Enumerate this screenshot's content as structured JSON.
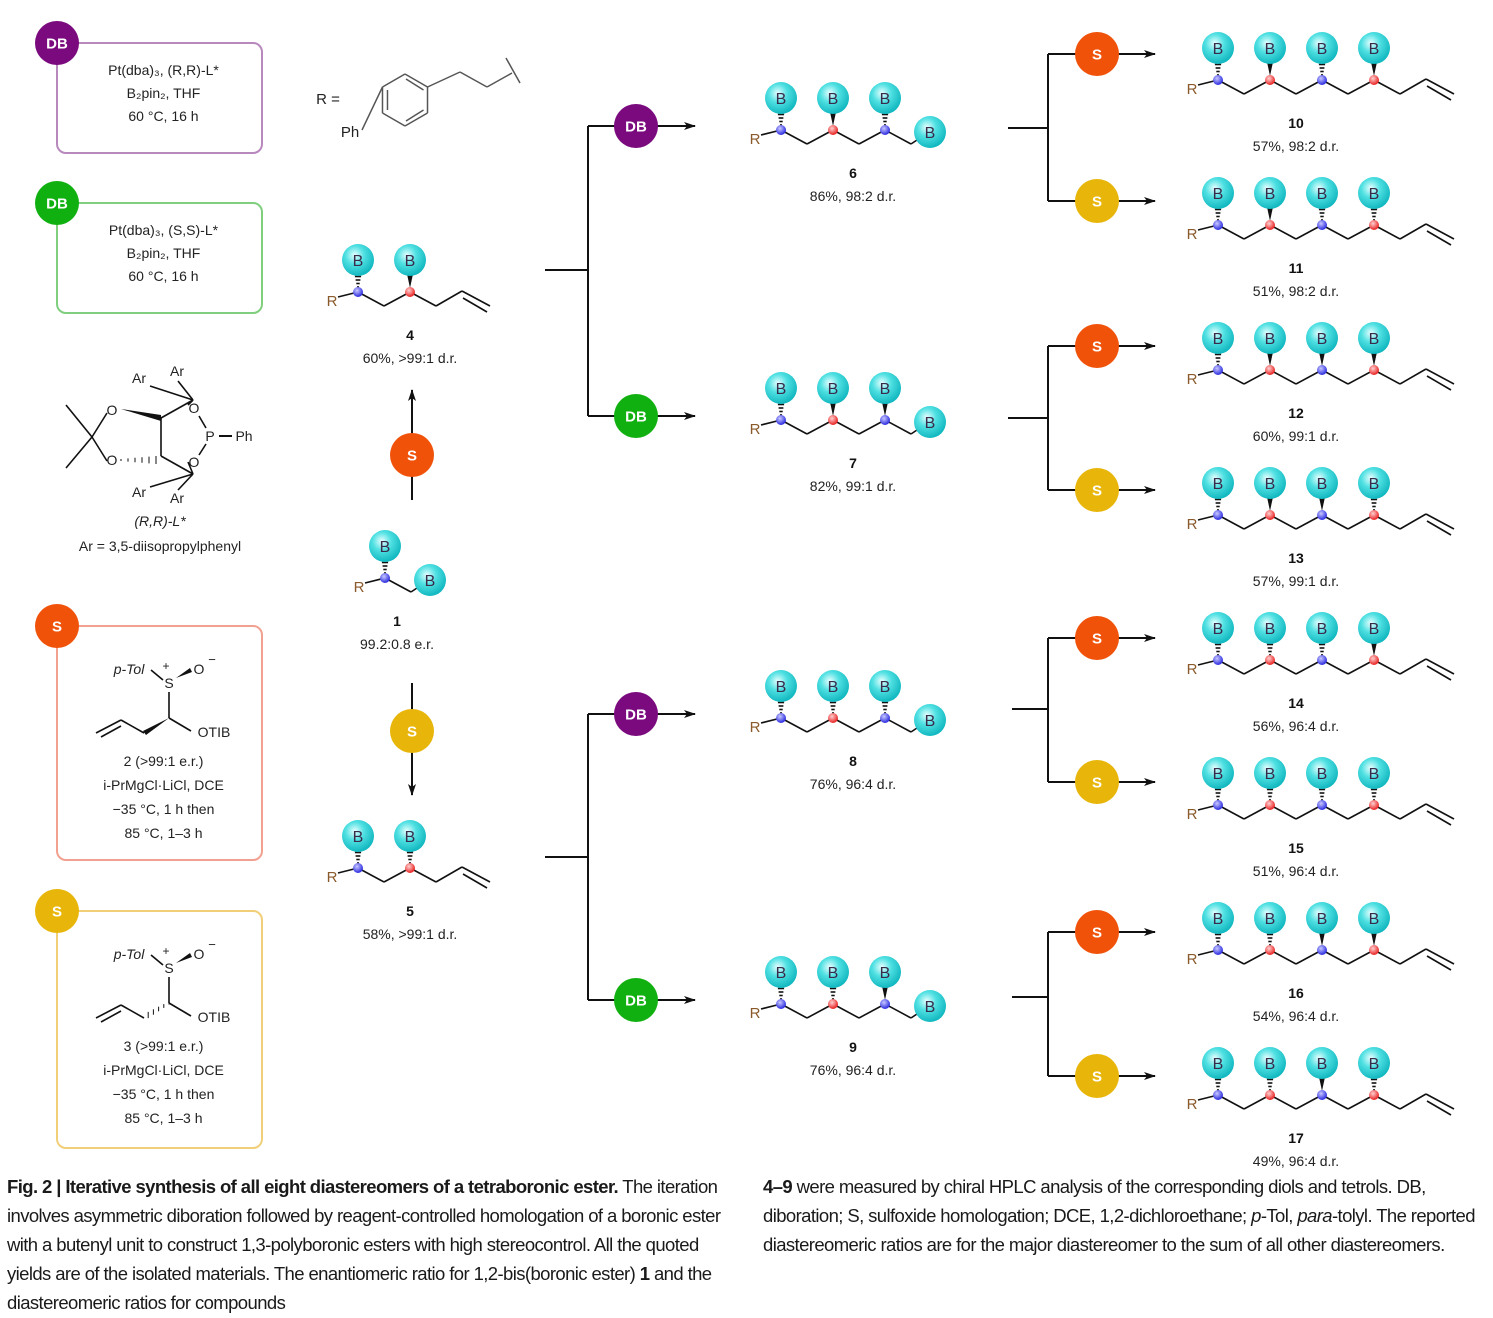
{
  "colors": {
    "db_purple": "#7a0a7e",
    "db_green": "#11b011",
    "s_orange": "#f0520a",
    "s_yellow": "#e8b60a",
    "box_purple": "#b889bd",
    "box_green": "#7fcf7f",
    "box_orange": "#f2a090",
    "box_yellow": "#f0cf78",
    "boron_sphere": "#2fd0d4",
    "atom_blue": "#2a2ae0",
    "atom_red": "#e82020"
  },
  "reagent_boxes": [
    {
      "id": "db-rr",
      "badge": "DB",
      "badge_color": "db_purple",
      "border_color": "box_purple",
      "lines": [
        "Pt(dba)₃, (R,R)-L*",
        "B₂pin₂, THF",
        "60 °C, 16 h"
      ]
    },
    {
      "id": "db-ss",
      "badge": "DB",
      "badge_color": "db_green",
      "border_color": "box_green",
      "lines": [
        "Pt(dba)₃, (S,S)-L*",
        "B₂pin₂, THF",
        "60 °C, 16 h"
      ]
    },
    {
      "id": "s-2",
      "badge": "S",
      "badge_color": "s_orange",
      "border_color": "box_orange",
      "reagent_labels": {
        "ptol": "p-Tol",
        "plus": "+",
        "sulfur": "S",
        "oxygen": "O",
        "minus": "−",
        "otib": "OTIB"
      },
      "lines": [
        "2 (>99:1 e.r.)",
        "i-PrMgCl·LiCl, DCE",
        "−35 °C, 1 h then",
        "85 °C, 1–3 h"
      ]
    },
    {
      "id": "s-3",
      "badge": "S",
      "badge_color": "s_yellow",
      "border_color": "box_yellow",
      "reagent_labels": {
        "ptol": "p-Tol",
        "plus": "+",
        "sulfur": "S",
        "oxygen": "O",
        "minus": "−",
        "otib": "OTIB"
      },
      "lines": [
        "3 (>99:1 e.r.)",
        "i-PrMgCl·LiCl, DCE",
        "−35 °C, 1 h then",
        "85 °C, 1–3 h"
      ]
    }
  ],
  "ligand": {
    "atoms": {
      "ar": "Ar",
      "o": "O",
      "p": "P",
      "ph": "Ph"
    },
    "name": "(R,R)-L*",
    "ar_definition": "Ar = 3,5-diisopropylphenyl"
  },
  "r_group": {
    "label": "R =",
    "ph": "Ph"
  },
  "atom_labels": {
    "boron": "B",
    "r": "R"
  },
  "compounds": [
    {
      "num": "1",
      "info": "99.2:0.8 e.r.",
      "stereo": [
        "hash"
      ],
      "terminal": "boron"
    },
    {
      "num": "4",
      "info": "60%, >99:1 d.r.",
      "stereo": [
        "hash",
        "wedge"
      ],
      "terminal": "allyl"
    },
    {
      "num": "5",
      "info": "58%, >99:1 d.r.",
      "stereo": [
        "hash",
        "hash"
      ],
      "terminal": "allyl"
    },
    {
      "num": "6",
      "info": "86%, 98:2 d.r.",
      "stereo": [
        "hash",
        "wedge",
        "hash"
      ],
      "terminal": "boron"
    },
    {
      "num": "7",
      "info": "82%, 99:1 d.r.",
      "stereo": [
        "hash",
        "wedge",
        "wedge"
      ],
      "terminal": "boron"
    },
    {
      "num": "8",
      "info": "76%, 96:4 d.r.",
      "stereo": [
        "hash",
        "hash",
        "hash"
      ],
      "terminal": "boron"
    },
    {
      "num": "9",
      "info": "76%, 96:4 d.r.",
      "stereo": [
        "hash",
        "hash",
        "wedge"
      ],
      "terminal": "boron"
    },
    {
      "num": "10",
      "info": "57%, 98:2 d.r.",
      "stereo": [
        "hash",
        "wedge",
        "hash",
        "wedge"
      ],
      "terminal": "allyl"
    },
    {
      "num": "11",
      "info": "51%, 98:2 d.r.",
      "stereo": [
        "hash",
        "wedge",
        "hash",
        "hash"
      ],
      "terminal": "allyl"
    },
    {
      "num": "12",
      "info": "60%, 99:1 d.r.",
      "stereo": [
        "hash",
        "wedge",
        "wedge",
        "wedge"
      ],
      "terminal": "allyl"
    },
    {
      "num": "13",
      "info": "57%, 99:1 d.r.",
      "stereo": [
        "hash",
        "wedge",
        "wedge",
        "hash"
      ],
      "terminal": "allyl"
    },
    {
      "num": "14",
      "info": "56%, 96:4 d.r.",
      "stereo": [
        "hash",
        "hash",
        "hash",
        "wedge"
      ],
      "terminal": "allyl"
    },
    {
      "num": "15",
      "info": "51%, 96:4 d.r.",
      "stereo": [
        "hash",
        "hash",
        "hash",
        "hash"
      ],
      "terminal": "allyl"
    },
    {
      "num": "16",
      "info": "54%, 96:4 d.r.",
      "stereo": [
        "hash",
        "hash",
        "wedge",
        "wedge"
      ],
      "terminal": "allyl"
    },
    {
      "num": "17",
      "info": "49%, 96:4 d.r.",
      "stereo": [
        "hash",
        "hash",
        "wedge",
        "hash"
      ],
      "terminal": "allyl"
    }
  ],
  "steps": [
    {
      "from": "1",
      "to": "4",
      "badge": "S",
      "color": "s_orange"
    },
    {
      "from": "1",
      "to": "5",
      "badge": "S",
      "color": "s_yellow"
    },
    {
      "from": "4",
      "to": "6",
      "badge": "DB",
      "color": "db_purple"
    },
    {
      "from": "4",
      "to": "7",
      "badge": "DB",
      "color": "db_green"
    },
    {
      "from": "5",
      "to": "8",
      "badge": "DB",
      "color": "db_purple"
    },
    {
      "from": "5",
      "to": "9",
      "badge": "DB",
      "color": "db_green"
    },
    {
      "from": "6",
      "to": "10",
      "badge": "S",
      "color": "s_orange"
    },
    {
      "from": "6",
      "to": "11",
      "badge": "S",
      "color": "s_yellow"
    },
    {
      "from": "7",
      "to": "12",
      "badge": "S",
      "color": "s_orange"
    },
    {
      "from": "7",
      "to": "13",
      "badge": "S",
      "color": "s_yellow"
    },
    {
      "from": "8",
      "to": "14",
      "badge": "S",
      "color": "s_orange"
    },
    {
      "from": "8",
      "to": "15",
      "badge": "S",
      "color": "s_yellow"
    },
    {
      "from": "9",
      "to": "16",
      "badge": "S",
      "color": "s_orange"
    },
    {
      "from": "9",
      "to": "17",
      "badge": "S",
      "color": "s_yellow"
    }
  ],
  "caption": {
    "fig_label": "Fig. 2 | ",
    "title": "Iterative synthesis of all eight diastereomers of a tetraboronic ester.",
    "text_1": " The iteration involves asymmetric diboration followed by reagent-controlled homologation of a boronic ester with a butenyl unit to construct 1,3-polyboronic esters with high stereocontrol. All the quoted yields are of the isolated materials. The enantiomeric ratio for 1,2-bis(boronic ester) ",
    "bold_1": "1",
    "text_2": " and the diastereomeric ratios for compounds ",
    "bold_range": "4–9",
    "text_3": " were measured by chiral HPLC analysis of the corresponding diols and tetrols. DB, diboration; S, sulfoxide homologation; DCE, 1,2-dichloroethane; ",
    "ital_1": "p",
    "text_4": "-Tol, ",
    "ital_2": "para",
    "text_5": "-tolyl. The reported diastereomeric ratios are for the major diastereomer to the sum of all other diastereomers."
  }
}
